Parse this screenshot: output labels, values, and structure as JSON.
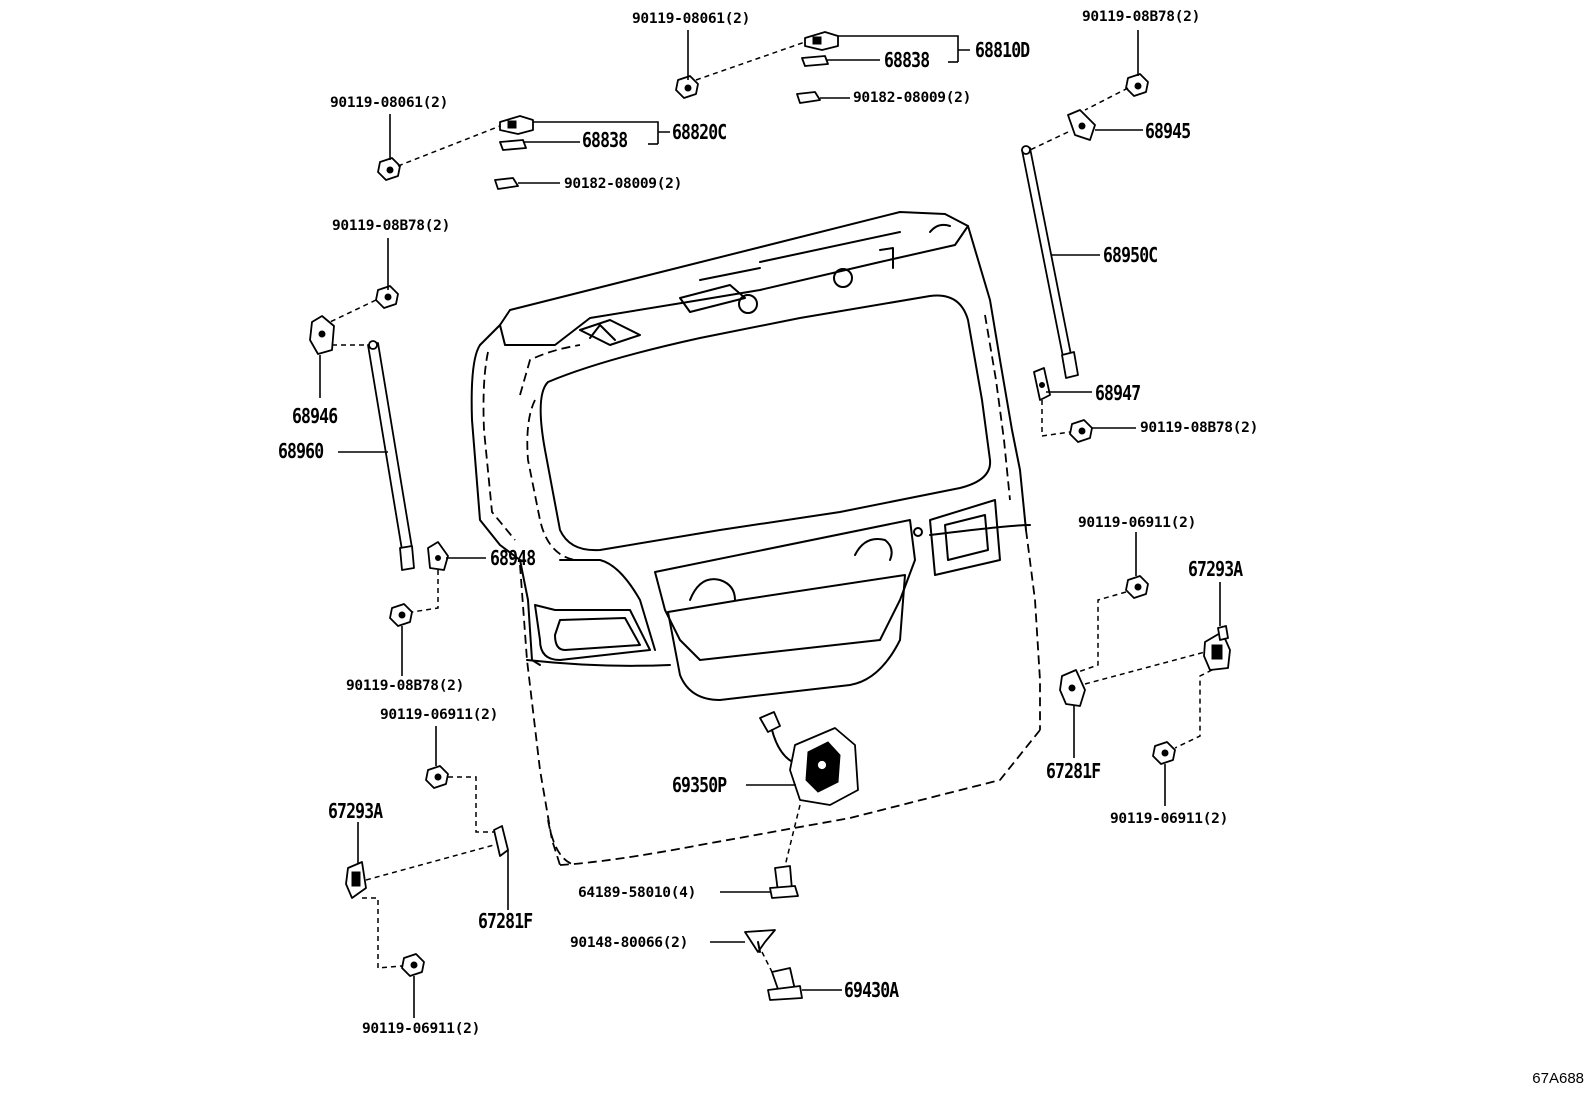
{
  "diagram": {
    "ref_code": "67A688",
    "labels": {
      "p90119_08061_a": "90119-08061(2)",
      "p68810D": "68810D",
      "p68838_a": "68838",
      "p90182_08009_a": "90182-08009(2)",
      "p90119_08B78_a": "90119-08B78(2)",
      "p68945": "68945",
      "p90119_08061_b": "90119-08061(2)",
      "p68820C": "68820C",
      "p68838_b": "68838",
      "p90182_08009_b": "90182-08009(2)",
      "p90119_08B78_b": "90119-08B78(2)",
      "p68950C": "68950C",
      "p68946": "68946",
      "p68960": "68960",
      "p68947": "68947",
      "p90119_08B78_c": "90119-08B78(2)",
      "p68948": "68948",
      "p90119_06911_a": "90119-06911(2)",
      "p67293A_a": "67293A",
      "p90119_08B78_d": "90119-08B78(2)",
      "p90119_06911_b": "90119-06911(2)",
      "p69350P": "69350P",
      "p67281F_a": "67281F",
      "p67293A_b": "67293A",
      "p90119_06911_c": "90119-06911(2)",
      "p64189_58010": "64189-58010(4)",
      "p67281F_b": "67281F",
      "p90148_80066": "90148-80066(2)",
      "p69430A": "69430A",
      "p90119_06911_d": "90119-06911(2)"
    }
  }
}
